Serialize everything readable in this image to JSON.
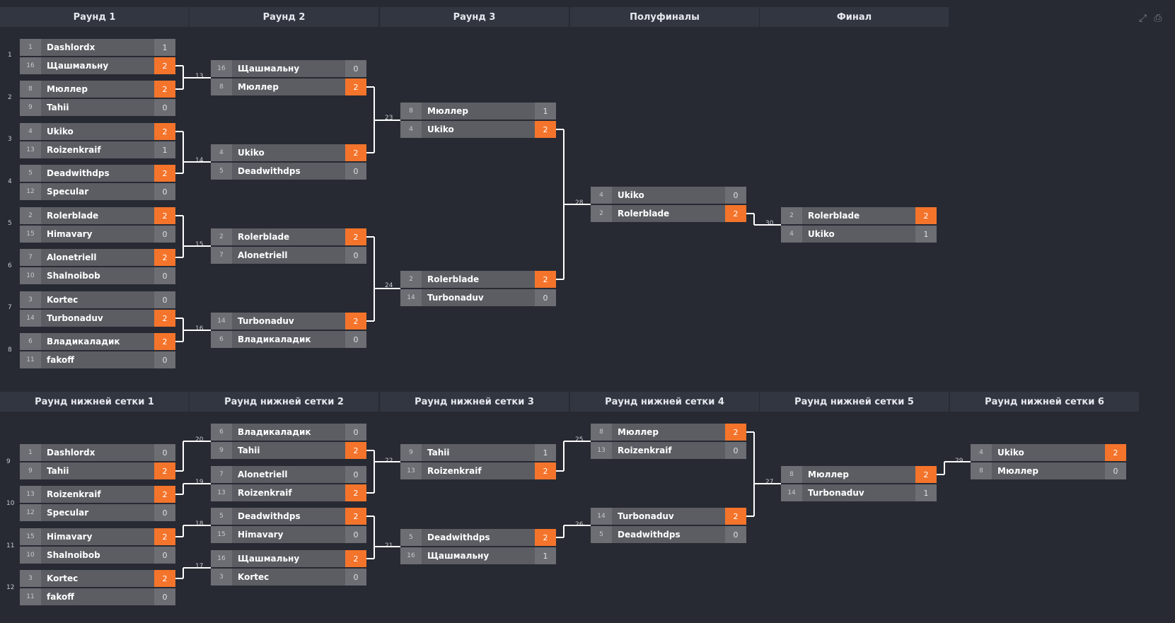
{
  "upper_headers": [
    "Раунд 1",
    "Раунд 2",
    "Раунд 3",
    "Полуфиналы",
    "Финал"
  ],
  "lower_headers": [
    "Раунд нижней сетки 1",
    "Раунд нижней сетки 2",
    "Раунд нижней сетки 3",
    "Раунд нижней сетки 4",
    "Раунд нижней сетки 5",
    "Раунд нижней сетки 6"
  ],
  "toolbar": {
    "expand_icon": "expand-icon",
    "print_icon": "print-icon"
  },
  "colors": {
    "background": "#272a33",
    "header": "#323641",
    "slot": "#5b5d63",
    "seed": "#6c6e74",
    "winner": "#f4742b"
  },
  "matches": [
    {
      "id": "1",
      "top": {
        "seed": "1",
        "name": "Dashlordx",
        "score": "1",
        "win": false
      },
      "bottom": {
        "seed": "16",
        "name": "Щашмальну",
        "score": "2",
        "win": true
      }
    },
    {
      "id": "2",
      "top": {
        "seed": "8",
        "name": "Мюллер",
        "score": "2",
        "win": true
      },
      "bottom": {
        "seed": "9",
        "name": "Tahii",
        "score": "0",
        "win": false
      }
    },
    {
      "id": "3",
      "top": {
        "seed": "4",
        "name": "Ukiko",
        "score": "2",
        "win": true
      },
      "bottom": {
        "seed": "13",
        "name": "Roizenkraif",
        "score": "1",
        "win": false
      }
    },
    {
      "id": "4",
      "top": {
        "seed": "5",
        "name": "Deadwithdps",
        "score": "2",
        "win": true
      },
      "bottom": {
        "seed": "12",
        "name": "Specular",
        "score": "0",
        "win": false
      }
    },
    {
      "id": "5",
      "top": {
        "seed": "2",
        "name": "Rolerblade",
        "score": "2",
        "win": true
      },
      "bottom": {
        "seed": "15",
        "name": "Himavary",
        "score": "0",
        "win": false
      }
    },
    {
      "id": "6",
      "top": {
        "seed": "7",
        "name": "Alonetriell",
        "score": "2",
        "win": true
      },
      "bottom": {
        "seed": "10",
        "name": "Shalnoibob",
        "score": "0",
        "win": false
      }
    },
    {
      "id": "7",
      "top": {
        "seed": "3",
        "name": "Kortec",
        "score": "0",
        "win": false
      },
      "bottom": {
        "seed": "14",
        "name": "Turbonaduv",
        "score": "2",
        "win": true
      }
    },
    {
      "id": "8",
      "top": {
        "seed": "6",
        "name": "Владикаладик",
        "score": "2",
        "win": true
      },
      "bottom": {
        "seed": "11",
        "name": "fakoff",
        "score": "0",
        "win": false
      }
    },
    {
      "id": "13",
      "top": {
        "seed": "16",
        "name": "Щашмальну",
        "score": "0",
        "win": false
      },
      "bottom": {
        "seed": "8",
        "name": "Мюллер",
        "score": "2",
        "win": true
      }
    },
    {
      "id": "14",
      "top": {
        "seed": "4",
        "name": "Ukiko",
        "score": "2",
        "win": true
      },
      "bottom": {
        "seed": "5",
        "name": "Deadwithdps",
        "score": "0",
        "win": false
      }
    },
    {
      "id": "15",
      "top": {
        "seed": "2",
        "name": "Rolerblade",
        "score": "2",
        "win": true
      },
      "bottom": {
        "seed": "7",
        "name": "Alonetriell",
        "score": "0",
        "win": false
      }
    },
    {
      "id": "16",
      "top": {
        "seed": "14",
        "name": "Turbonaduv",
        "score": "2",
        "win": true
      },
      "bottom": {
        "seed": "6",
        "name": "Владикаладик",
        "score": "0",
        "win": false
      }
    },
    {
      "id": "23",
      "top": {
        "seed": "8",
        "name": "Мюллер",
        "score": "1",
        "win": false
      },
      "bottom": {
        "seed": "4",
        "name": "Ukiko",
        "score": "2",
        "win": true
      }
    },
    {
      "id": "24",
      "top": {
        "seed": "2",
        "name": "Rolerblade",
        "score": "2",
        "win": true
      },
      "bottom": {
        "seed": "14",
        "name": "Turbonaduv",
        "score": "0",
        "win": false
      }
    },
    {
      "id": "28",
      "top": {
        "seed": "4",
        "name": "Ukiko",
        "score": "0",
        "win": false
      },
      "bottom": {
        "seed": "2",
        "name": "Rolerblade",
        "score": "2",
        "win": true
      }
    },
    {
      "id": "30",
      "top": {
        "seed": "2",
        "name": "Rolerblade",
        "score": "2",
        "win": true
      },
      "bottom": {
        "seed": "4",
        "name": "Ukiko",
        "score": "1",
        "win": false
      }
    },
    {
      "id": "9",
      "top": {
        "seed": "1",
        "name": "Dashlordx",
        "score": "0",
        "win": false
      },
      "bottom": {
        "seed": "9",
        "name": "Tahii",
        "score": "2",
        "win": true
      }
    },
    {
      "id": "10",
      "top": {
        "seed": "13",
        "name": "Roizenkraif",
        "score": "2",
        "win": true
      },
      "bottom": {
        "seed": "12",
        "name": "Specular",
        "score": "0",
        "win": false
      }
    },
    {
      "id": "11",
      "top": {
        "seed": "15",
        "name": "Himavary",
        "score": "2",
        "win": true
      },
      "bottom": {
        "seed": "10",
        "name": "Shalnoibob",
        "score": "0",
        "win": false
      }
    },
    {
      "id": "12",
      "top": {
        "seed": "3",
        "name": "Kortec",
        "score": "2",
        "win": true
      },
      "bottom": {
        "seed": "11",
        "name": "fakoff",
        "score": "0",
        "win": false
      }
    },
    {
      "id": "20",
      "top": {
        "seed": "6",
        "name": "Владикаладик",
        "score": "0",
        "win": false
      },
      "bottom": {
        "seed": "9",
        "name": "Tahii",
        "score": "2",
        "win": true
      }
    },
    {
      "id": "19",
      "top": {
        "seed": "7",
        "name": "Alonetriell",
        "score": "0",
        "win": false
      },
      "bottom": {
        "seed": "13",
        "name": "Roizenkraif",
        "score": "2",
        "win": true
      }
    },
    {
      "id": "18",
      "top": {
        "seed": "5",
        "name": "Deadwithdps",
        "score": "2",
        "win": true
      },
      "bottom": {
        "seed": "15",
        "name": "Himavary",
        "score": "0",
        "win": false
      }
    },
    {
      "id": "17",
      "top": {
        "seed": "16",
        "name": "Щашмальну",
        "score": "2",
        "win": true
      },
      "bottom": {
        "seed": "3",
        "name": "Kortec",
        "score": "0",
        "win": false
      }
    },
    {
      "id": "22",
      "top": {
        "seed": "9",
        "name": "Tahii",
        "score": "1",
        "win": false
      },
      "bottom": {
        "seed": "13",
        "name": "Roizenkraif",
        "score": "2",
        "win": true
      }
    },
    {
      "id": "21",
      "top": {
        "seed": "5",
        "name": "Deadwithdps",
        "score": "2",
        "win": true
      },
      "bottom": {
        "seed": "16",
        "name": "Щашмальну",
        "score": "1",
        "win": false
      }
    },
    {
      "id": "25",
      "top": {
        "seed": "8",
        "name": "Мюллер",
        "score": "2",
        "win": true
      },
      "bottom": {
        "seed": "13",
        "name": "Roizenkraif",
        "score": "0",
        "win": false
      }
    },
    {
      "id": "26",
      "top": {
        "seed": "14",
        "name": "Turbonaduv",
        "score": "2",
        "win": true
      },
      "bottom": {
        "seed": "5",
        "name": "Deadwithdps",
        "score": "0",
        "win": false
      }
    },
    {
      "id": "27",
      "top": {
        "seed": "8",
        "name": "Мюллер",
        "score": "2",
        "win": true
      },
      "bottom": {
        "seed": "14",
        "name": "Turbonaduv",
        "score": "1",
        "win": false
      }
    },
    {
      "id": "29",
      "top": {
        "seed": "4",
        "name": "Ukiko",
        "score": "2",
        "win": true
      },
      "bottom": {
        "seed": "8",
        "name": "Мюллер",
        "score": "0",
        "win": false
      }
    }
  ]
}
